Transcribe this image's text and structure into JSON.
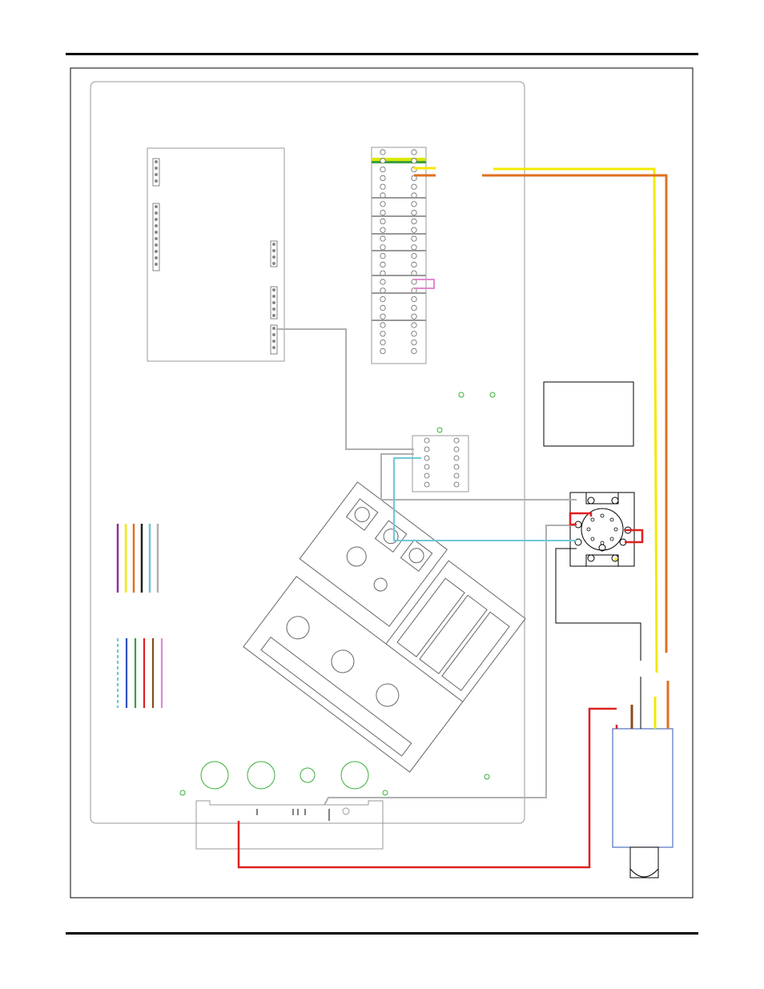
{
  "page": {
    "title": "",
    "footer": ""
  },
  "colors": {
    "wire_yellow": "#f5e800",
    "wire_orange": "#e07020",
    "wire_red": "#e02020",
    "wire_gray": "#b0b0b0",
    "wire_cyan": "#70c8d8",
    "wire_brown": "#8b4a1c",
    "wire_pink": "#e08ad0",
    "ground_yellow": "#d8e800",
    "ground_green": "#3aa040",
    "outline": "#808080",
    "mount_hole": "#38b038",
    "motor_blue": "#5070c0"
  },
  "legend": {
    "solid_wires": [
      "purple",
      "yellow",
      "orange",
      "black",
      "cyan",
      "gray"
    ],
    "solid_colors": [
      "#9030a0",
      "#f5e800",
      "#e07020",
      "#202020",
      "#70c8d8",
      "#b0b0b0"
    ],
    "dashed_wires": [
      "cyan-dashed",
      "blue",
      "green",
      "red",
      "brown",
      "pink"
    ],
    "dashed_colors": [
      "#70c8d8",
      "#3050c0",
      "#3aa040",
      "#e02020",
      "#8b4a1c",
      "#e08ad0"
    ]
  },
  "components": [
    "enclosure-panel",
    "control-board",
    "terminal-strip-main",
    "terminal-strip-small",
    "octal-relay-socket",
    "label-box",
    "contactor-assembly",
    "motor",
    "bottom-connector"
  ]
}
